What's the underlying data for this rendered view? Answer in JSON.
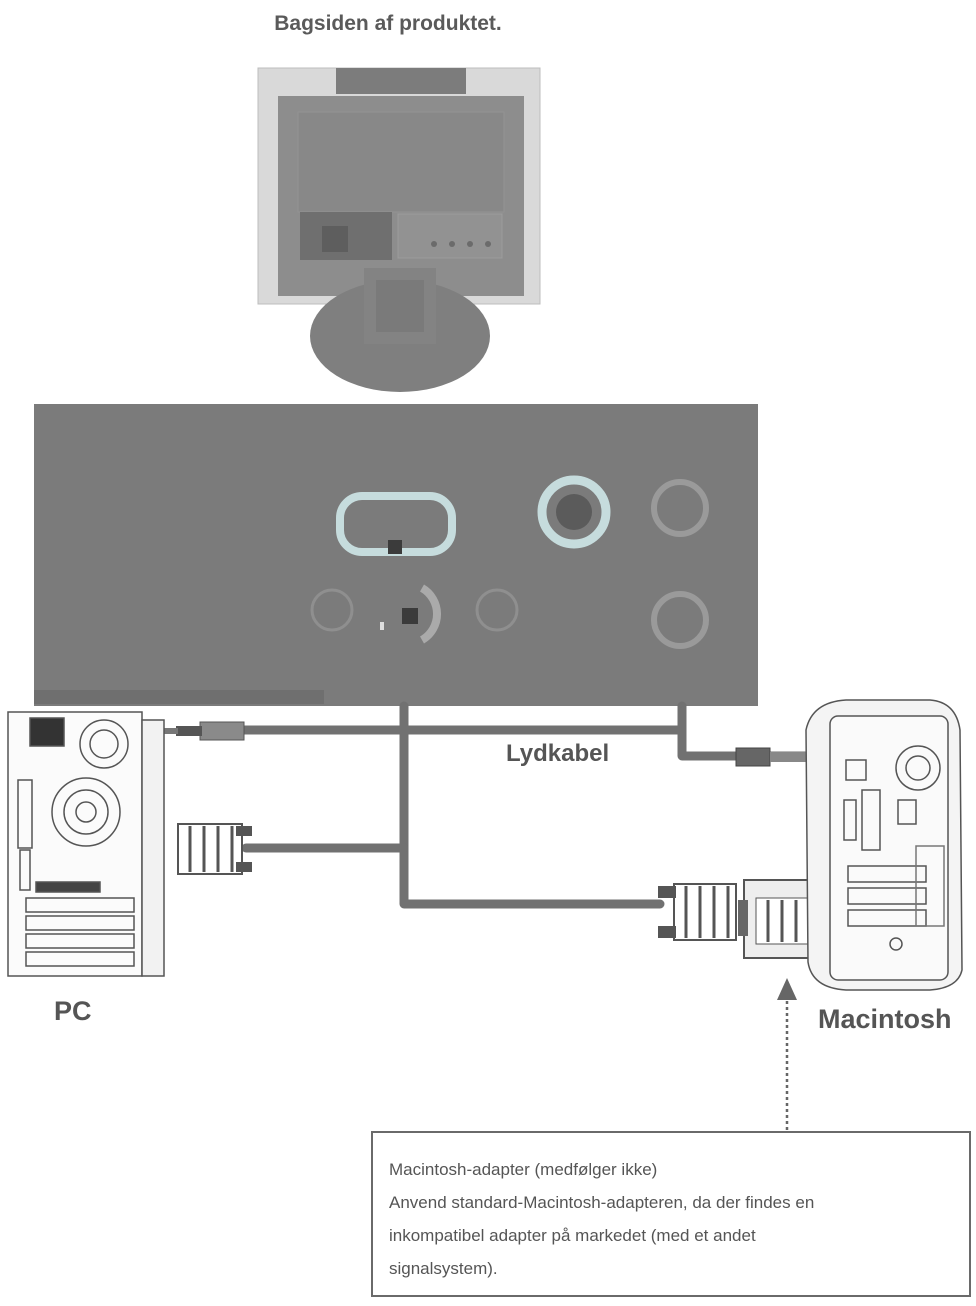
{
  "labels": {
    "title": "Bagsiden af produktet.",
    "audio_cable": "Lydkabel",
    "pc": "PC",
    "macintosh": "Macintosh"
  },
  "note": {
    "line1": "Macintosh-adapter (medfølger ikke)",
    "line2": "Anvend standard-Macintosh-adapteren, da der findes en",
    "line3": "inkompatibel adapter på markedet (med et andet",
    "line4": "signalsystem)."
  },
  "colors": {
    "panel": "#7a7a7a",
    "monitor_body": "#8a8a8a",
    "cable": "#6e6e6e",
    "port_ring": "#bfd9db",
    "text": "#555555"
  }
}
